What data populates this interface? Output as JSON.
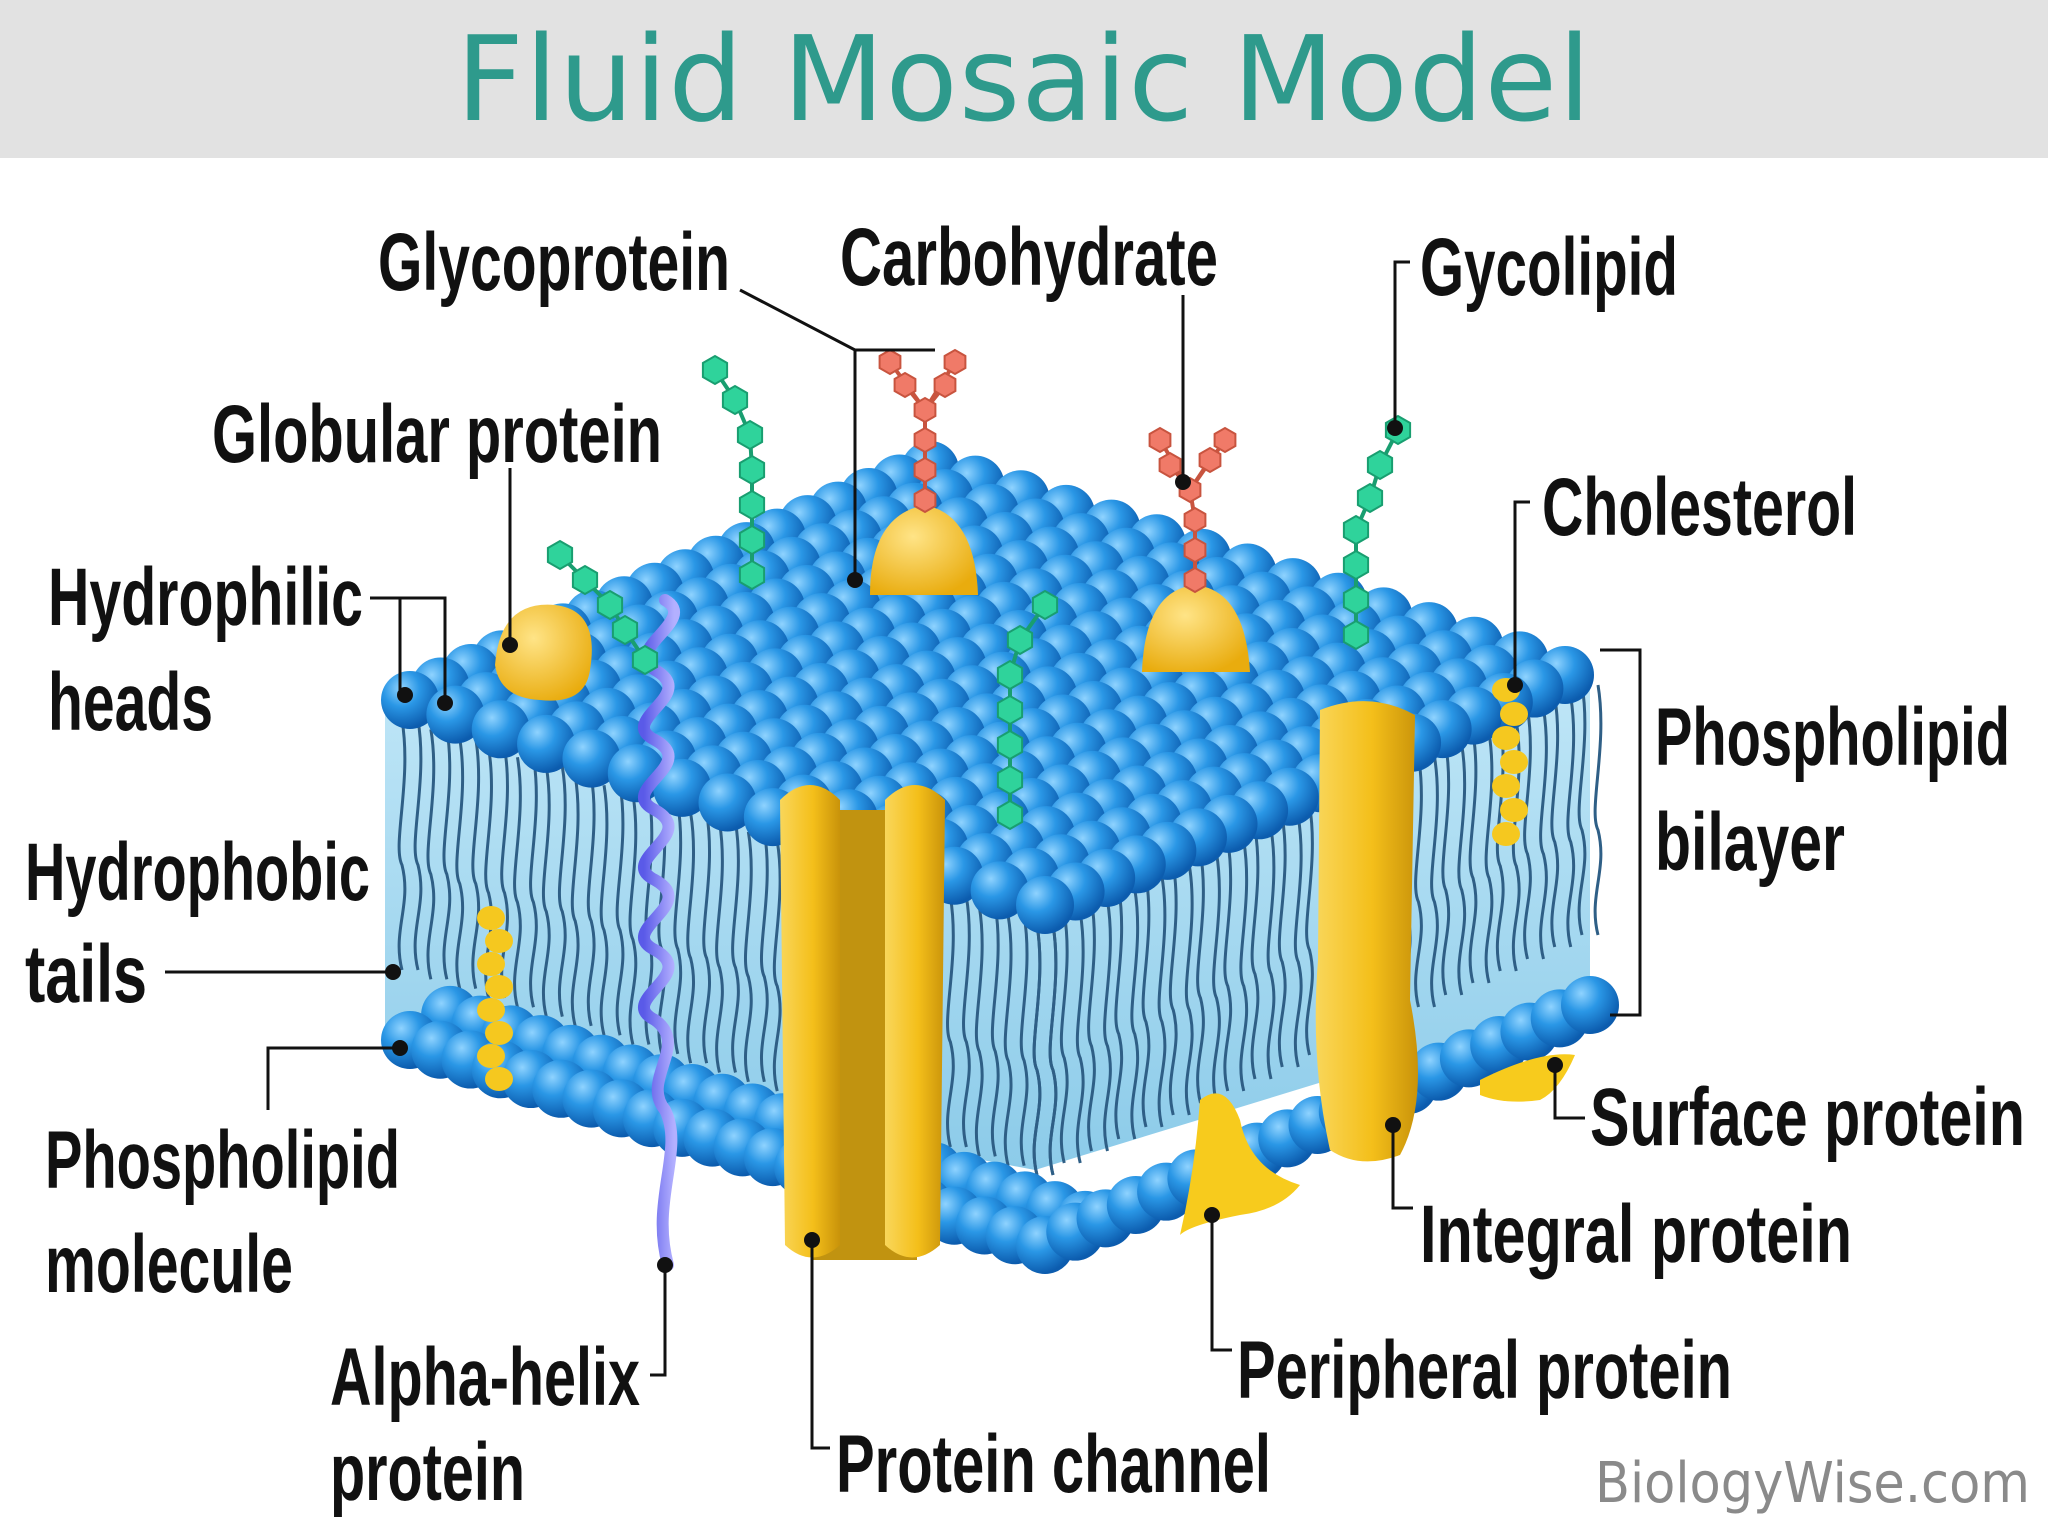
{
  "title": "Fluid Mosaic Model",
  "labels": {
    "glycoprotein": "Glycoprotein",
    "carbohydrate": "Carbohydrate",
    "glycolipid": "Gycolipid",
    "globular_protein": "Globular protein",
    "cholesterol": "Cholesterol",
    "hydrophilic_heads": [
      "Hydrophilic",
      "heads"
    ],
    "phospholipid_bilayer": [
      "Phospholipid",
      "bilayer"
    ],
    "hydrophobic_tails": [
      "Hydrophobic",
      "tails"
    ],
    "surface_protein": "Surface protein",
    "phospholipid_molecule": [
      "Phospholipid",
      "molecule"
    ],
    "integral_protein": "Integral protein",
    "alpha_helix_protein": [
      "Alpha-helix",
      "protein"
    ],
    "peripheral_protein": "Peripheral protein",
    "protein_channel": "Protein channel"
  },
  "watermark": "BiologyWise.com",
  "colors": {
    "title": "#2e9a8c",
    "head_blue": "#1e88d8",
    "protein_yellow": "#f4bf1a",
    "glyco_green": "#2fd39b",
    "carb_red": "#f07a68",
    "helix_purple": "#8a86e8"
  }
}
